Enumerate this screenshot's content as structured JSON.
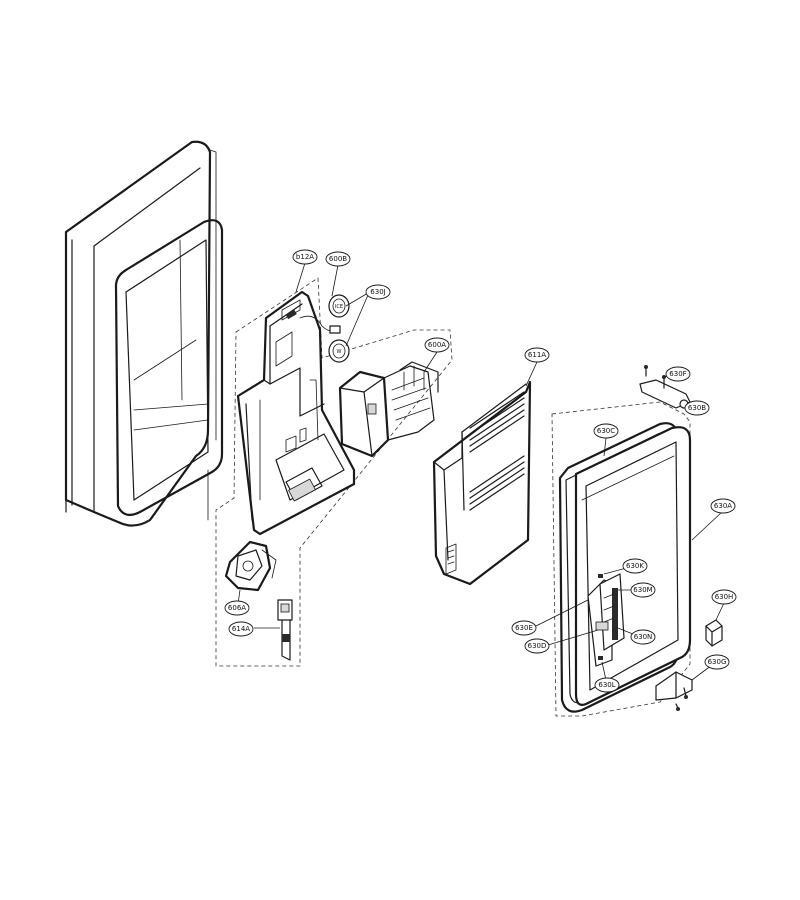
{
  "labels": [
    {
      "id": "612A",
      "text": "b12A"
    },
    {
      "id": "600B",
      "text": "600B"
    },
    {
      "id": "630J",
      "text": "630J"
    },
    {
      "id": "600A",
      "text": "600A"
    },
    {
      "id": "611A",
      "text": "611A"
    },
    {
      "id": "630F",
      "text": "630F"
    },
    {
      "id": "630B",
      "text": "630B"
    },
    {
      "id": "630C",
      "text": "630C"
    },
    {
      "id": "630A",
      "text": "630A"
    },
    {
      "id": "630K",
      "text": "630K"
    },
    {
      "id": "630M",
      "text": "630M"
    },
    {
      "id": "630H",
      "text": "630H"
    },
    {
      "id": "630E",
      "text": "630E"
    },
    {
      "id": "630D",
      "text": "630D"
    },
    {
      "id": "630N",
      "text": "630N"
    },
    {
      "id": "630G",
      "text": "630G"
    },
    {
      "id": "630L",
      "text": "630L"
    },
    {
      "id": "606A",
      "text": "606A"
    },
    {
      "id": "614A",
      "text": "614A"
    }
  ]
}
